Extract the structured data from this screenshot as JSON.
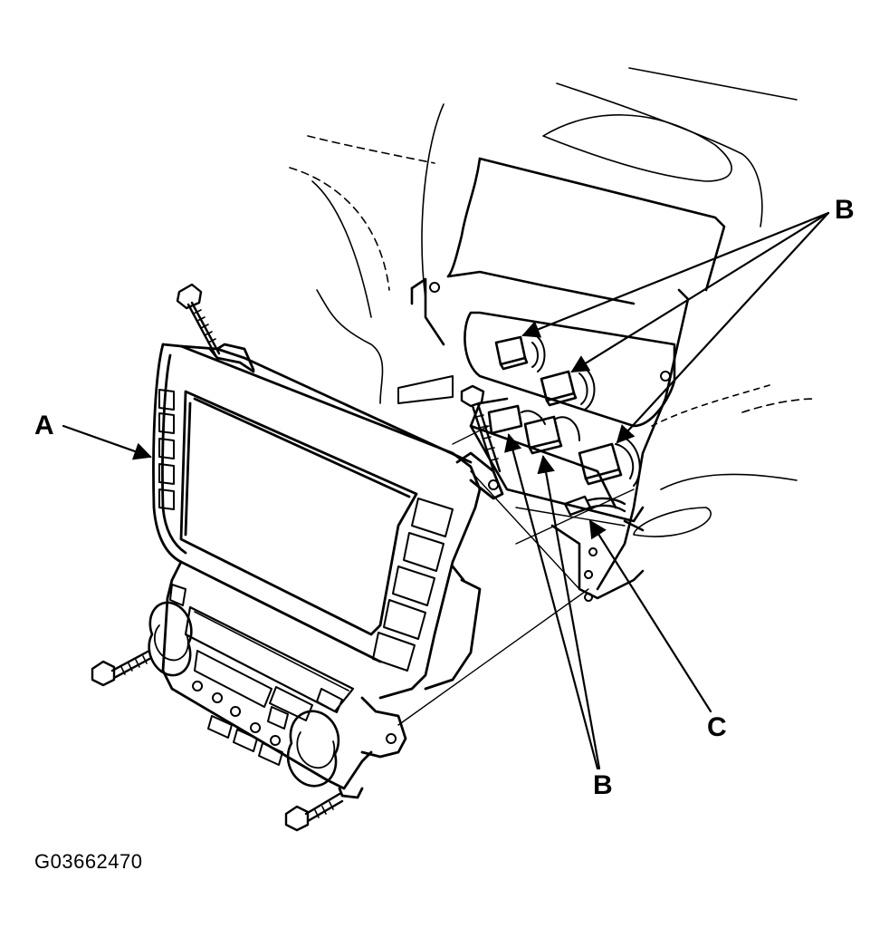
{
  "figure_code": "G03662470",
  "callouts": {
    "a": "A",
    "b_upper": "B",
    "b_lower": "B",
    "c": "C"
  },
  "colors": {
    "line": "#000000",
    "background": "#ffffff"
  }
}
